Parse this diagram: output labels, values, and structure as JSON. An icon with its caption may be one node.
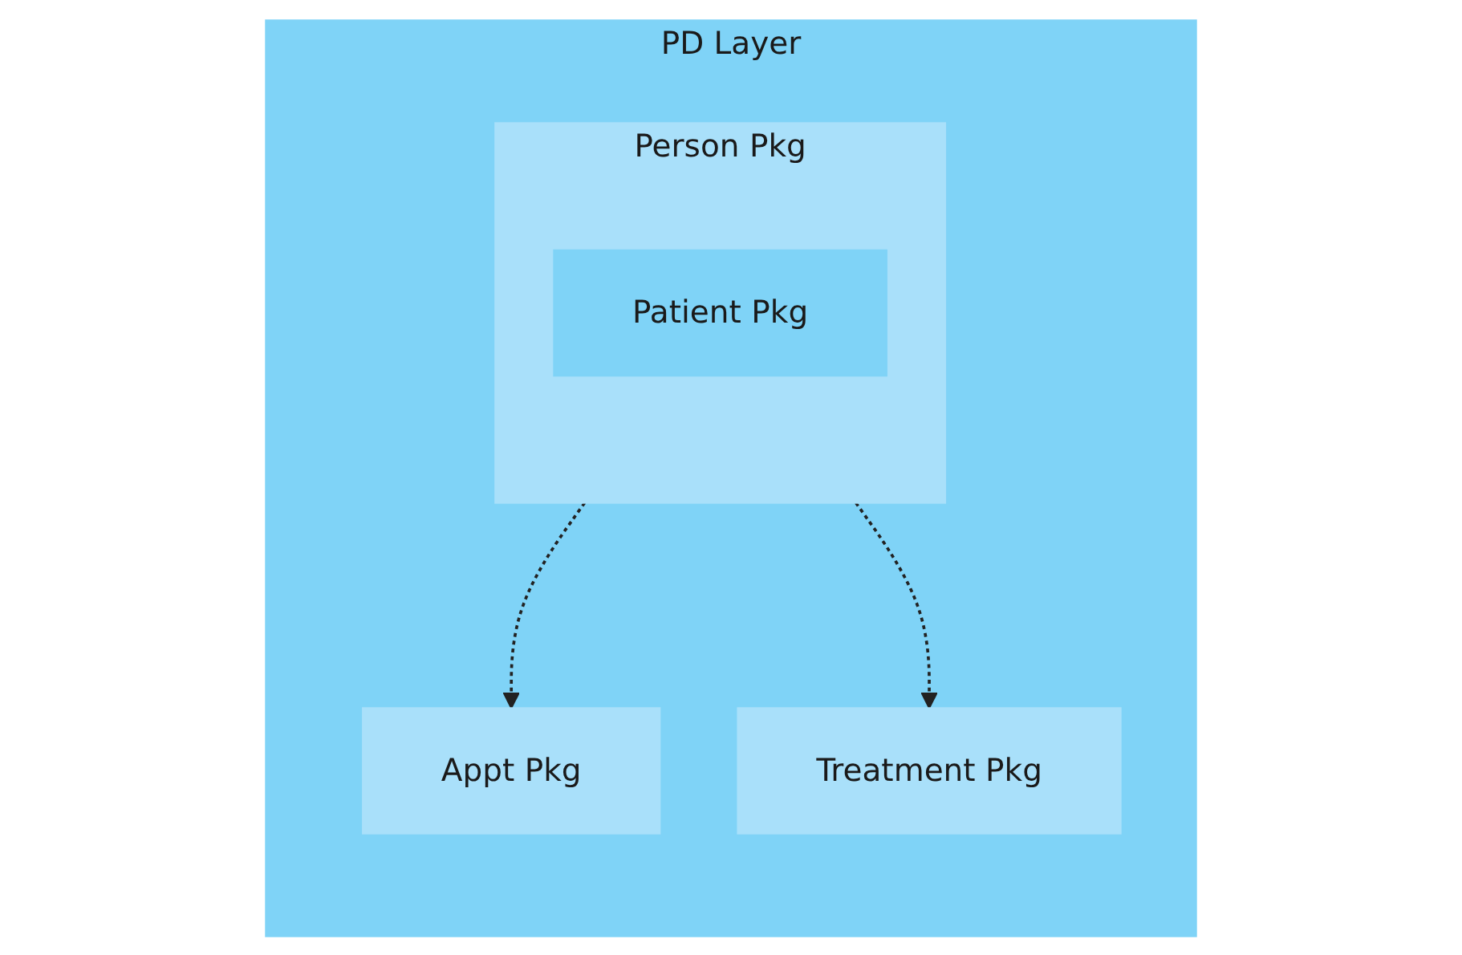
{
  "diagram": {
    "nodes": [
      {
        "text": [
          "PD Layer"
        ]
      },
      {
        "text": [
          "Person Pkg"
        ],
        "in": 0
      },
      {
        "text": [
          "Patient Pkg"
        ],
        "in": 1
      },
      {
        "text": [
          "Appt Pkg"
        ],
        "in": 0
      },
      {
        "text": [
          "Treatment Pkg"
        ],
        "in": 0
      }
    ],
    "edges": [
      {
        "from": 1,
        "to": 3,
        "arrow": "to",
        "style": "dashed"
      },
      {
        "from": 1,
        "to": 4,
        "arrow": "to",
        "style": "dashed"
      }
    ]
  }
}
